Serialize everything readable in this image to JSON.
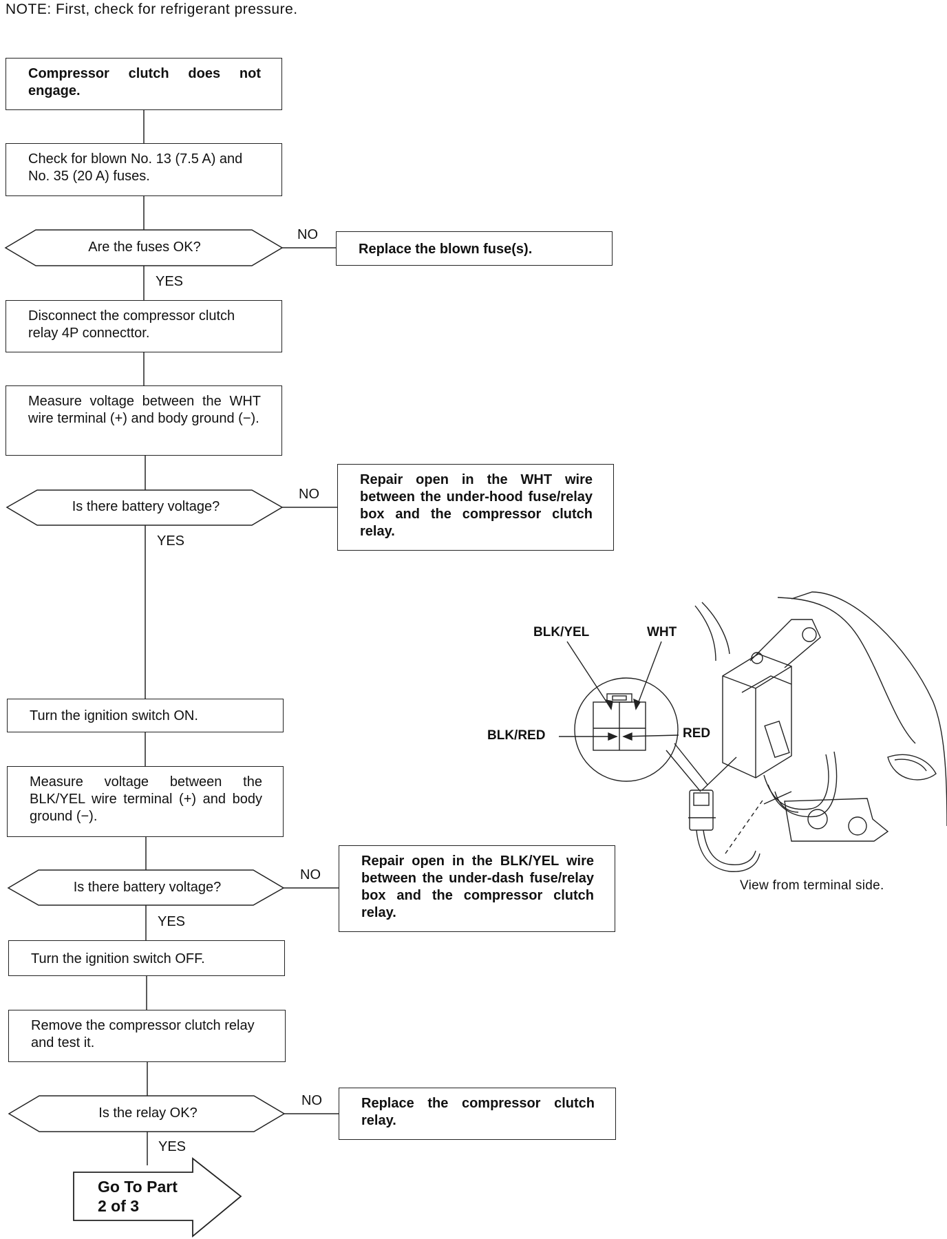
{
  "note": "NOTE:  First, check for refrigerant pressure.",
  "steps": {
    "s1": "Compressor clutch does not engage.",
    "s2": "Check for blown No. 13 (7.5 A) and No. 35 (20 A) fuses.",
    "d1": "Are the fuses OK?",
    "r1": "Replace the blown fuse(s).",
    "s3": "Disconnect the compressor clutch relay 4P connecttor.",
    "s4": "Measure voltage between the WHT wire terminal (+) and body ground (−).",
    "d2": "Is there battery voltage?",
    "r2": "Repair open in the WHT wire between the under-hood fuse/relay box and the compressor clutch relay.",
    "s5": "Turn the ignition switch ON.",
    "s6": "Measure voltage between the BLK/YEL wire terminal (+) and body ground (−).",
    "d3": "Is there battery voltage?",
    "r3": "Repair open in the BLK/YEL wire between the under-dash fuse/relay box and the compressor clutch relay.",
    "s7": "Turn the ignition switch OFF.",
    "s8": "Remove the compressor clutch relay and test it.",
    "d4": "Is the relay OK?",
    "r4": "Replace the compressor clutch relay.",
    "goto_line1": "Go To Part",
    "goto_line2": "2 of 3"
  },
  "labels": {
    "no": "NO",
    "yes": "YES"
  },
  "illustration": {
    "wire_blk_yel": "BLK/YEL",
    "wire_wht": "WHT",
    "wire_blk_red": "BLK/RED",
    "wire_red": "RED",
    "caption": "View from terminal side."
  }
}
